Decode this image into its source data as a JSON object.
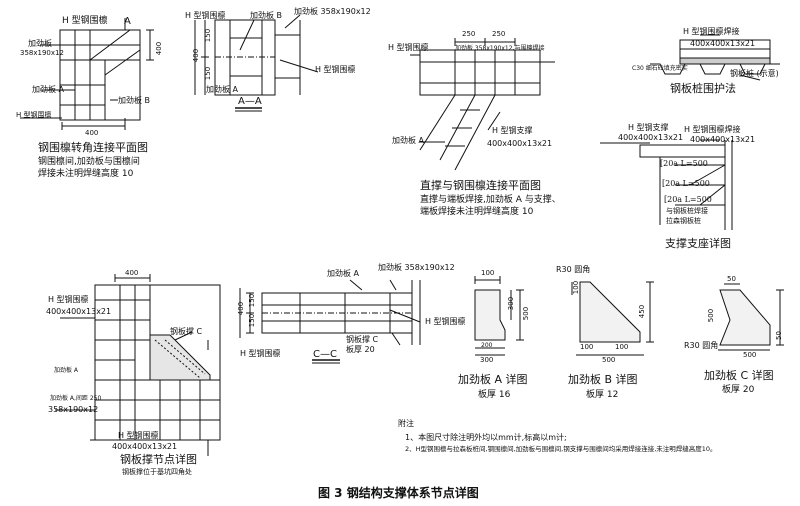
{
  "figure_caption": "图 3  钢结构支撑体系节点详图",
  "plan_corner": {
    "label_h_beam": "H 型钢围檩",
    "mark_a": "A",
    "label_stiffener": "加劲板",
    "label_stiffener_size": "358x190x12",
    "label_plate_a": "加劲板 A",
    "label_plate_b": "加劲板 B",
    "label_h_beam2": "H 型钢围檩",
    "dim_400_top": "400",
    "dim_400_bottom": "400",
    "title": "钢围檩转角连接平面图",
    "note1": "钢围檩间,加劲板与围檩间",
    "note2": "焊接未注明焊缝高度 10"
  },
  "section_aa": {
    "label_h_beam": "H 型钢围檩",
    "label_plate_b": "加劲板 B",
    "label_stiffener": "加劲板 358x190x12",
    "label_h_beam2": "H 型钢围檩",
    "label_plate_a": "加劲板 A",
    "dim_150a": "150",
    "dim_150b": "150",
    "dim_400": "400",
    "title": "A—A"
  },
  "straight_brace": {
    "label_h_beam": "H 型钢围檩",
    "dim_250a": "250",
    "dim_250b": "250",
    "label_stiffener_note": "加劲板 358x190x12,与围檩焊接",
    "label_brace": "H 型钢支撑",
    "label_brace_size": "400x400x13x21",
    "label_plate_a": "加劲板 A",
    "title": "直撑与钢围檩连接平面图",
    "note1": "直撑与端板焊接,加劲板 A 与支撑、",
    "note2": "端板焊接未注明焊缝高度 10"
  },
  "pile_guard": {
    "label_weld": "H 型钢围檩焊接",
    "label_size": "400x400x13x21",
    "label_concrete": "C30 细石砼填充密实",
    "label_pile": "钢板桩 (示意)",
    "title": "钢板桩围护法"
  },
  "support_seat": {
    "label_brace": "H 型钢支撑",
    "label_brace_size": "400x400x13x21",
    "label_beam_weld": "H 型钢围檩焊接",
    "label_beam_size": "400x400x13x21",
    "label_c1": "[20a L=500",
    "label_c2": "[20a L=500",
    "label_c3": "[20a L=500",
    "label_weld1": "与钢板桩焊接",
    "label_weld2": "拉森钢板桩",
    "title": "支撑支座详图"
  },
  "brace_node": {
    "dim_400": "400",
    "label_h_beam": "H 型钢围檩",
    "label_size": "400x400x13x21",
    "label_brace_c": "钢板撑 C",
    "label_stiffener_a": "加劲板 A",
    "label_stiffener_a_spacing": "加劲板 A,间距 250",
    "label_size2": "358x190x12",
    "label_h_beam2": "H 型钢围檩",
    "label_size3": "400x400x13x21",
    "title": "钢板撑节点详图",
    "note": "钢板撑位于基坑四角处"
  },
  "section_cc": {
    "label_plate_a": "加劲板 A",
    "label_stiffener": "加劲板 358x190x12",
    "label_h_beam": "H 型钢围檩",
    "label_brace_c": "钢板撑 C",
    "label_thickness": "板厚 20",
    "label_h_beam2": "H 型钢围檩",
    "dim_400": "400",
    "dim_150a": "150",
    "dim_150b": "150",
    "title": "C—C"
  },
  "plate_a": {
    "dim_100": "100",
    "dim_300": "300",
    "dim_500": "500",
    "dim_300b": "300",
    "dim_200": "200",
    "title": "加劲板 A 详图",
    "thickness": "板厚 16"
  },
  "plate_b": {
    "label_round": "R30 圆角",
    "dim_100a": "100",
    "dim_100b": "100",
    "dim_100c": "100",
    "dim_450": "450",
    "dim_500": "500",
    "title": "加劲板 B 详图",
    "thickness": "板厚 12"
  },
  "plate_c": {
    "dim_50": "50",
    "dim_500a": "500",
    "dim_500b": "500",
    "dim_50b": "50",
    "label_round": "R30 圆角",
    "title": "加劲板 C 详图",
    "thickness": "板厚 20"
  },
  "notes": {
    "heading": "附注",
    "line1": "1、本图尺寸除注明外均以mm计,标高以m计;",
    "line2": "2、H型钢围檩与拉森板桩间,钢围檩间,加劲板与围檩间,钢支撑与围檩间均采用焊接连接,未注明焊缝高度10。"
  }
}
